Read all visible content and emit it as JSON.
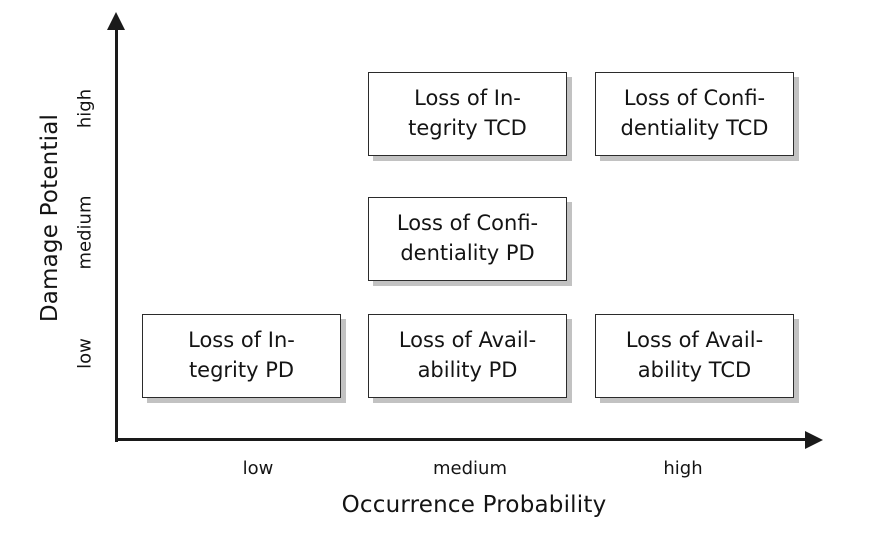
{
  "chart_data": {
    "type": "heatmap",
    "title": "",
    "xlabel": "Occurrence Probability",
    "ylabel": "Damage Potential",
    "x_categories": [
      "low",
      "medium",
      "high"
    ],
    "y_categories": [
      "low",
      "medium",
      "high"
    ],
    "grid": false,
    "legend": "none",
    "cells": [
      {
        "x": "medium",
        "y": "high",
        "label": "Loss of Integrity TCD",
        "line1": "Loss of In-",
        "line2": "tegrity TCD"
      },
      {
        "x": "high",
        "y": "high",
        "label": "Loss of Confidentiality TCD",
        "line1": "Loss of Confi-",
        "line2": "dentiality TCD"
      },
      {
        "x": "medium",
        "y": "medium",
        "label": "Loss of Confidentiality PD",
        "line1": "Loss of Confi-",
        "line2": "dentiality PD"
      },
      {
        "x": "low",
        "y": "low",
        "label": "Loss of Integrity PD",
        "line1": "Loss of In-",
        "line2": "tegrity PD"
      },
      {
        "x": "medium",
        "y": "low",
        "label": "Loss of Availability PD",
        "line1": "Loss of Avail-",
        "line2": "ability PD"
      },
      {
        "x": "high",
        "y": "low",
        "label": "Loss of Availability TCD",
        "line1": "Loss of Avail-",
        "line2": "ability TCD"
      }
    ]
  },
  "axes": {
    "y": {
      "title": "Damage Potential",
      "ticks": [
        {
          "label": "high"
        },
        {
          "label": "medium"
        },
        {
          "label": "low"
        }
      ]
    },
    "x": {
      "title": "Occurrence Probability",
      "ticks": [
        {
          "label": "low"
        },
        {
          "label": "medium"
        },
        {
          "label": "high"
        }
      ]
    }
  },
  "colors": {
    "axis": "#1a1a1a",
    "box_border": "#2b2b2b",
    "box_fill": "#ffffff",
    "box_shadow": "#c2c2c2",
    "text": "#141414",
    "background": "#ffffff"
  }
}
